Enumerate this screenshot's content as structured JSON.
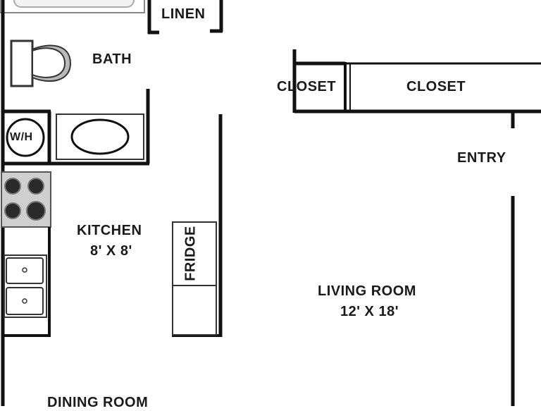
{
  "plan": {
    "rooms": {
      "linen": "LINEN",
      "bath": "BATH",
      "closet_small": "CLOSET",
      "closet_large": "CLOSET",
      "entry": "ENTRY",
      "kitchen": "KITCHEN",
      "kitchen_size": "8' X 8'",
      "living_room": "LIVING ROOM",
      "living_room_size": "12' X 18'",
      "dining_room": "DINING ROOM"
    },
    "fixtures": {
      "water_heater": "W/H",
      "fridge": "FRIDGE"
    },
    "colors": {
      "wall": "#111111",
      "fixture_fill": "#d0d0d0",
      "burner": "#2a2a2a"
    }
  }
}
